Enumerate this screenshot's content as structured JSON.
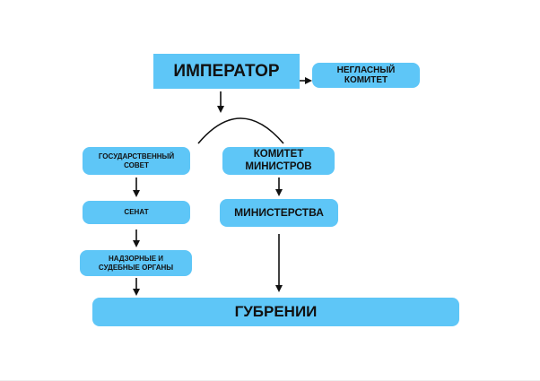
{
  "diagram": {
    "nodes": {
      "emperor": "ИМПЕРАТОР",
      "secret_committee": "НЕГЛАСНЫЙ КОМИТЕТ",
      "state_council": "ГОСУДАРСТВЕННЫЙ СОВЕТ",
      "committee_of_ministers": "КОМИТЕТ МИНИСТРОВ",
      "senate": "СЕНАТ",
      "ministries": "МИНИСТЕРСТВА",
      "supervisory_judicial": "НАДЗОРНЫЕ И СУДЕБНЫЕ ОРГАНЫ",
      "governorates": "ГУБРЕНИИ"
    },
    "edges": [
      {
        "from": "emperor",
        "to": "secret_committee"
      },
      {
        "from": "emperor",
        "to": "state_council"
      },
      {
        "from": "emperor",
        "to": "committee_of_ministers"
      },
      {
        "from": "state_council",
        "to": "senate"
      },
      {
        "from": "senate",
        "to": "supervisory_judicial"
      },
      {
        "from": "supervisory_judicial",
        "to": "governorates"
      },
      {
        "from": "committee_of_ministers",
        "to": "ministries"
      },
      {
        "from": "ministries",
        "to": "governorates"
      }
    ],
    "colors": {
      "box": "#5ec6f7",
      "line": "#111111"
    }
  }
}
